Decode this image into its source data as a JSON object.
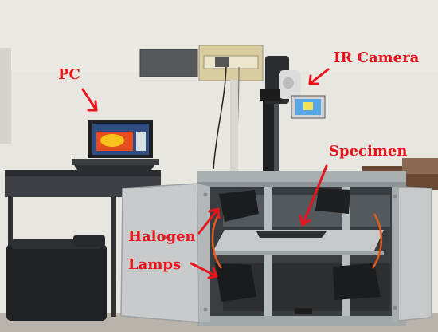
{
  "annotations": {
    "pc": "PC",
    "ir_camera": "IR Camera",
    "specimen": "Specimen",
    "halogen": "Halogen",
    "lamps": "Lamps"
  },
  "colors": {
    "annotation": "#e8151b",
    "wall": "#e6e4de",
    "cabinet": "#c9cbcb",
    "frame": "#9aa0a3"
  }
}
